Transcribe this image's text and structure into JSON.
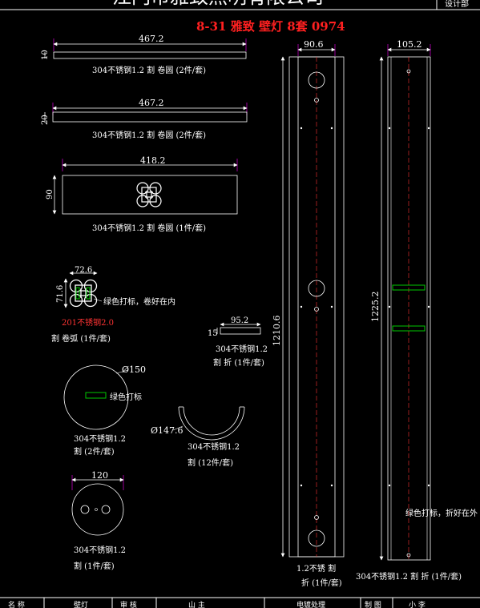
{
  "header": {
    "company_fragment": "江门市雅致照明有限公司",
    "dept": "设计部",
    "title": "8-31 雅致 壁灯 8套 0974"
  },
  "parts": [
    {
      "id": "p1",
      "dims": [
        "467.2",
        "10"
      ],
      "label": "304不锈钢1.2 割 卷圆 (2件/套)"
    },
    {
      "id": "p2",
      "dims": [
        "467.2",
        "20"
      ],
      "label": "304不锈钢1.2 割 卷圆 (2件/套)"
    },
    {
      "id": "p3",
      "dims": [
        "418.2",
        "90"
      ],
      "label": "304不锈钢1.2 割 卷圆 (1件/套)"
    },
    {
      "id": "p4",
      "dims": [
        "72.6",
        "71.6"
      ],
      "note": "绿色打标，卷好在内",
      "material": "201不锈钢2.0",
      "label": "割 卷弧 (1件/套)"
    },
    {
      "id": "p5",
      "dims": [
        "95.2",
        "15"
      ],
      "label_line1": "304不锈钢1.2",
      "label_line2": "割 折 (1件/套)"
    },
    {
      "id": "p6",
      "dims": [
        "Ø150"
      ],
      "note": "绿色打标",
      "label_line1": "304不锈钢1.2",
      "label_line2": "割 (2件/套)"
    },
    {
      "id": "p7",
      "dims": [
        "Ø147.6"
      ],
      "label_line1": "304不锈钢1.2",
      "label_line2": "割 (12件/套)"
    },
    {
      "id": "p8",
      "dims": [
        "120"
      ],
      "label_line1": "304不锈钢1.2",
      "label_line2": "割 (1件/套)"
    },
    {
      "id": "p9",
      "dims": [
        "90.6",
        "1210.6"
      ],
      "label_line1": "1.2不锈 割",
      "label_line2": "折 (1件/套)"
    },
    {
      "id": "p10",
      "dims": [
        "105.2",
        "1225.2"
      ],
      "note": "绿色打标，折好在外",
      "label": "304不锈钢1.2 割 折 (1件/套)"
    }
  ],
  "footer": {
    "cells": [
      "名 称",
      "壁灯",
      "审 核",
      "山 主",
      "电镀处理",
      "制 图",
      "小 李"
    ]
  },
  "colors": {
    "dim": "#00ffff",
    "title": "#ff2020",
    "mark": "#00c800",
    "center": "#ff3333",
    "ext": "#ff00ff"
  }
}
